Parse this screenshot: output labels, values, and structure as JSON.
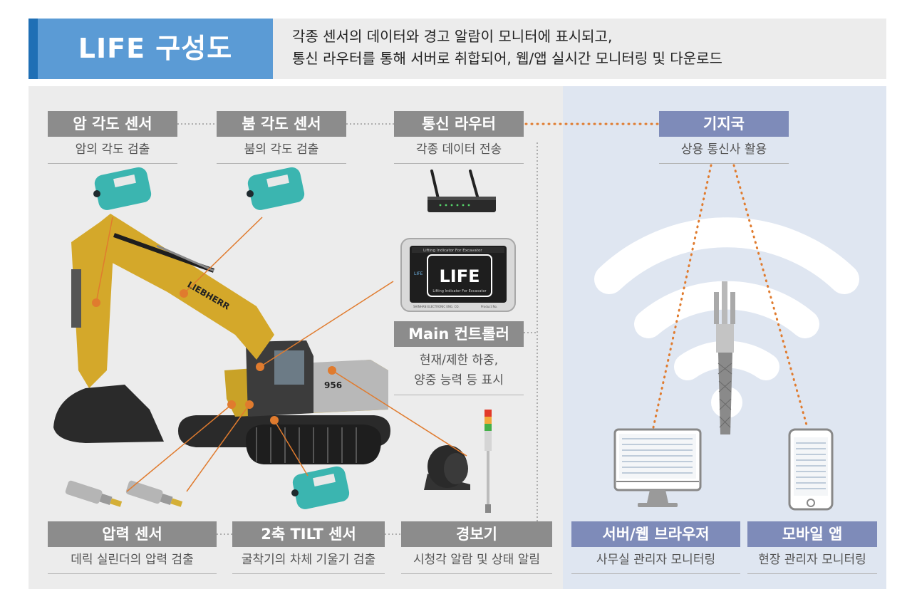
{
  "header": {
    "title": "LIFE 구성도",
    "desc_line1": "각종 센서의 데이터와 경고 알람이 모니터에 표시되고,",
    "desc_line2": "통신 라우터를 통해 서버로 취합되어, 웹/앱 실시간 모니터링 및 다운로드"
  },
  "nodes": {
    "arm_sensor": {
      "title": "암 각도 센서",
      "desc": "암의 각도 검출"
    },
    "boom_sensor": {
      "title": "붐 각도 센서",
      "desc": "붐의 각도 검출"
    },
    "router": {
      "title": "통신 라우터",
      "desc": "각종 데이터 전송"
    },
    "base_station": {
      "title": "기지국",
      "desc": "상용 통신사 활용"
    },
    "controller": {
      "title": "Main 컨트롤러",
      "desc_line1": "현재/제한 하중,",
      "desc_line2": "양중 능력 등 표시"
    },
    "pressure_sensor": {
      "title": "압력 센서",
      "desc": "데릭 실린더의 압력 검출"
    },
    "tilt_sensor": {
      "title": "2축 TILT 센서",
      "desc": "굴착기의 차체 기울기 검출"
    },
    "alarm": {
      "title": "경보기",
      "desc": "시청각 알람 및 상태 알림"
    },
    "server": {
      "title": "서버/웹 브라우저",
      "desc": "사무실 관리자 모니터링"
    },
    "mobile": {
      "title": "모바일 앱",
      "desc": "현장 관리자 모니터링"
    }
  },
  "images": {
    "excavator_brand": "LIEBHERR",
    "excavator_model": "956",
    "controller_screen_title": "Lifting Indicator For Excavator",
    "controller_logo": "LIFE",
    "controller_logo_sub": "Lifting Indicator For Excavator",
    "controller_maker": "SHINHAN ELECTRONIC ENG. CO.",
    "controller_product_no": "Product No."
  },
  "colors": {
    "accent_blue": "#1f6fb5",
    "title_blue": "#5b9bd5",
    "label_gray": "#8c8c8c",
    "label_blue": "#7e8bb9",
    "connector_orange": "#e07b2e",
    "sensor_teal": "#3bb5b0"
  }
}
